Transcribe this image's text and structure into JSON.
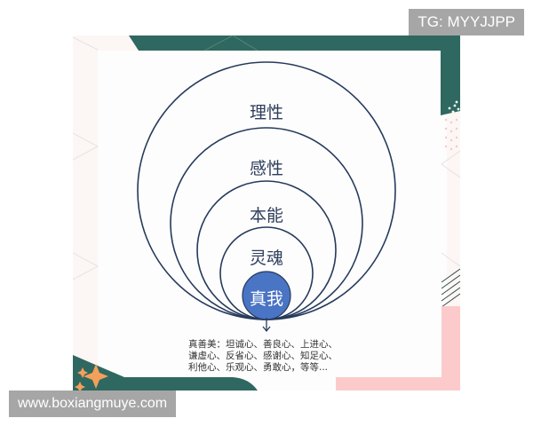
{
  "watermarks": {
    "top_right": "TG: MYYJJPP",
    "bottom_left": "www.boxiangmuye.com"
  },
  "diagram": {
    "type": "nested-circles",
    "layers_outer_to_inner": [
      {
        "label": "理性",
        "radius": 145
      },
      {
        "label": "感性",
        "radius": 108
      },
      {
        "label": "本能",
        "radius": 78
      },
      {
        "label": "灵魂",
        "radius": 52
      },
      {
        "label": "真我",
        "radius": 27,
        "filled": true
      }
    ],
    "colors": {
      "ring_stroke": "#263a5c",
      "core_fill": "#4a74c4",
      "core_text": "#ffffff",
      "label_text": "#2e3e5c",
      "frame_green": "#2f6860",
      "frame_pink": "#fccaca",
      "accent_star": "#f2a05a"
    },
    "description_lines": [
      "真善美：坦诚心、善良心、上进心、",
      "谦虚心、反省心、感谢心、知足心、",
      "利他心、乐观心、勇敢心，等等..."
    ]
  }
}
